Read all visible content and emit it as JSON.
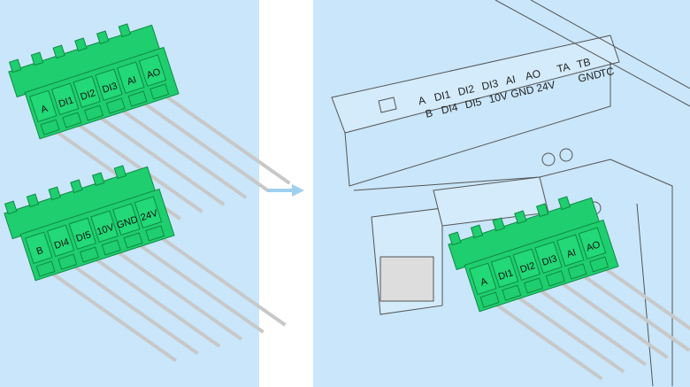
{
  "colors": {
    "background": "#c9e6fa",
    "connector": "#1fce6e",
    "connector_dark": "#0f8a45",
    "wire": "#c8c8c8",
    "arrow": "#9fd0f0"
  },
  "top_plug": {
    "labels": [
      "A",
      "DI1",
      "DI2",
      "DI3",
      "AI",
      "AO"
    ]
  },
  "bottom_plug": {
    "labels": [
      "B",
      "DI4",
      "DI5",
      "10V",
      "GND",
      "24V"
    ]
  },
  "installed_plug": {
    "labels": [
      "A",
      "DI1",
      "DI2",
      "DI3",
      "AI",
      "AO"
    ]
  },
  "panel_labels": {
    "row1": [
      "A",
      "DI1",
      "DI2",
      "DI3",
      "AI",
      "AO",
      "TA",
      "TB"
    ],
    "row2": [
      "B",
      "DI4",
      "DI5",
      "10V",
      "GND",
      "24V",
      "GND",
      "TC"
    ]
  }
}
